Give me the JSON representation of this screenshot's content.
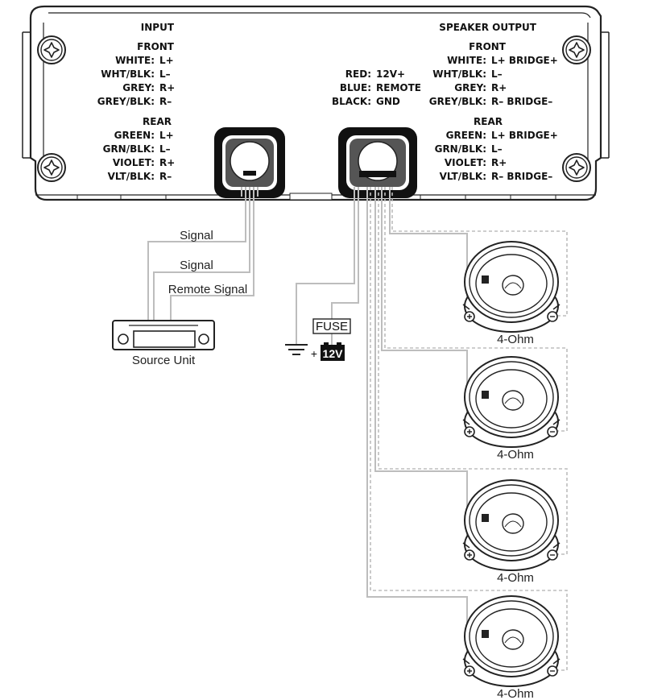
{
  "input": {
    "title": "INPUT",
    "front_heading": "FRONT",
    "front": [
      {
        "color": "WHITE:",
        "pin": "L+"
      },
      {
        "color": "WHT/BLK:",
        "pin": "L–"
      },
      {
        "color": "GREY:",
        "pin": "R+"
      },
      {
        "color": "GREY/BLK:",
        "pin": "R–"
      }
    ],
    "rear_heading": "REAR",
    "rear": [
      {
        "color": "GREEN:",
        "pin": "L+"
      },
      {
        "color": "GRN/BLK:",
        "pin": "L–"
      },
      {
        "color": "VIOLET:",
        "pin": "R+"
      },
      {
        "color": "VLT/BLK:",
        "pin": "R–"
      }
    ]
  },
  "power": [
    {
      "color": "RED:",
      "pin": "12V+"
    },
    {
      "color": "BLUE:",
      "pin": "REMOTE"
    },
    {
      "color": "BLACK:",
      "pin": "GND"
    }
  ],
  "speaker_output": {
    "title": "SPEAKER OUTPUT",
    "front_heading": "FRONT",
    "front": [
      {
        "color": "WHITE:",
        "pin": "L+ BRIDGE+"
      },
      {
        "color": "WHT/BLK:",
        "pin": "L–"
      },
      {
        "color": "GREY:",
        "pin": "R+"
      },
      {
        "color": "GREY/BLK:",
        "pin": "R– BRIDGE–"
      }
    ],
    "rear_heading": "REAR",
    "rear": [
      {
        "color": "GREEN:",
        "pin": "L+ BRIDGE+"
      },
      {
        "color": "GRN/BLK:",
        "pin": "L–"
      },
      {
        "color": "VIOLET:",
        "pin": "R+"
      },
      {
        "color": "VLT/BLK:",
        "pin": "R– BRIDGE–"
      }
    ]
  },
  "wiring": {
    "signal_1": "Signal",
    "signal_2": "Signal",
    "remote_signal": "Remote Signal",
    "source_unit": "Source Unit",
    "fuse": "FUSE",
    "battery": "12V",
    "battery_plus": "+"
  },
  "speakers": [
    {
      "impedance": "4-Ohm"
    },
    {
      "impedance": "4-Ohm"
    },
    {
      "impedance": "4-Ohm"
    },
    {
      "impedance": "4-Ohm"
    }
  ],
  "colors": {
    "outline": "#222222",
    "wire": "#bdbdbd",
    "battery": "#111111"
  }
}
